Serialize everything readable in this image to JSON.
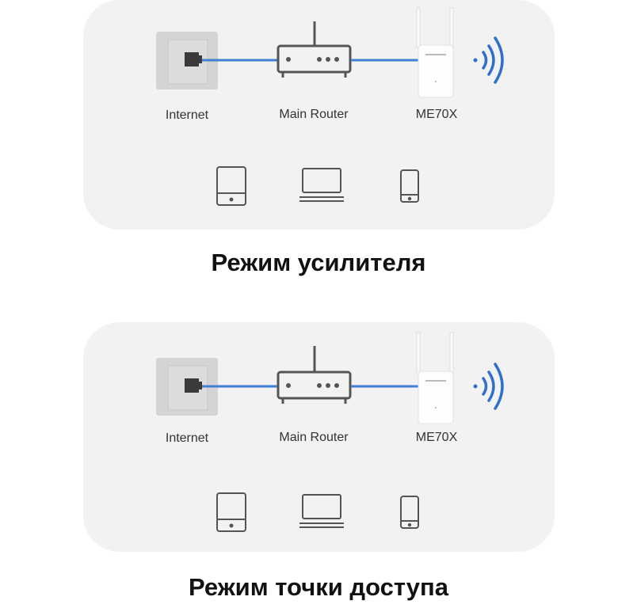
{
  "panels": [
    {
      "labels": {
        "internet": "Internet",
        "router": "Main Router",
        "extender": "ME70X"
      },
      "title": "Режим усилителя"
    },
    {
      "labels": {
        "internet": "Internet",
        "router": "Main Router",
        "extender": "ME70X"
      },
      "title": "Режим точки доступа"
    }
  ],
  "colors": {
    "cable": "#3f7fd4",
    "wifi": "#2f6fce",
    "icon": "#555555",
    "panel": "#f2f2f2"
  }
}
